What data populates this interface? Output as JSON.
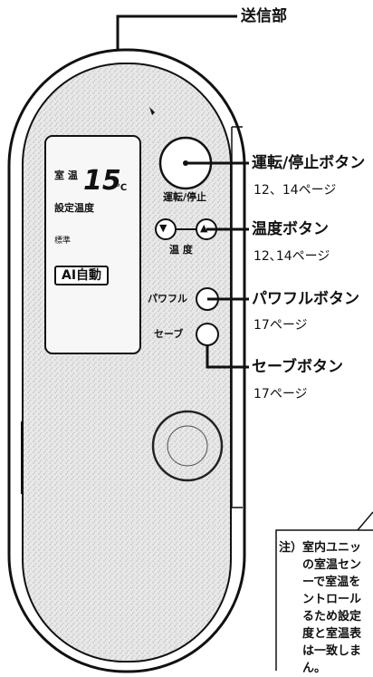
{
  "callouts": {
    "transmitter": "送信部",
    "power_button": "運転/停止ボタン",
    "power_pages": "12、14ページ",
    "temp_button": "温度ボタン",
    "temp_pages": "12､14ページ",
    "powerful_button": "パワフルボタン",
    "powerful_pages": "17ページ",
    "save_button": "セーブボタン",
    "save_pages": "17ページ"
  },
  "remote": {
    "lcd": {
      "room_temp_label": "室 温",
      "temp_value": "15",
      "temp_unit": "℃",
      "set_temp_label": "設定温度",
      "mode_small": "標準",
      "mode_badge": "AI自動"
    },
    "power_label": "運転/停止",
    "temp_label": "温 度",
    "temp_down_symbol": "▼",
    "temp_up_symbol": "▲",
    "powerful_label": "パワフル",
    "save_label": "セーブ"
  },
  "note": {
    "text": "注）室内ユニッ\n　　の室温セン\n　　ーで室温を\n　　ントロール\n　　るため設定\n　　度と室温表\n　　は一致しま\n　　ん。"
  },
  "colors": {
    "ink": "#111111",
    "body_fill": "#e9e9e9",
    "lcd_fill": "#f7f7f7"
  }
}
